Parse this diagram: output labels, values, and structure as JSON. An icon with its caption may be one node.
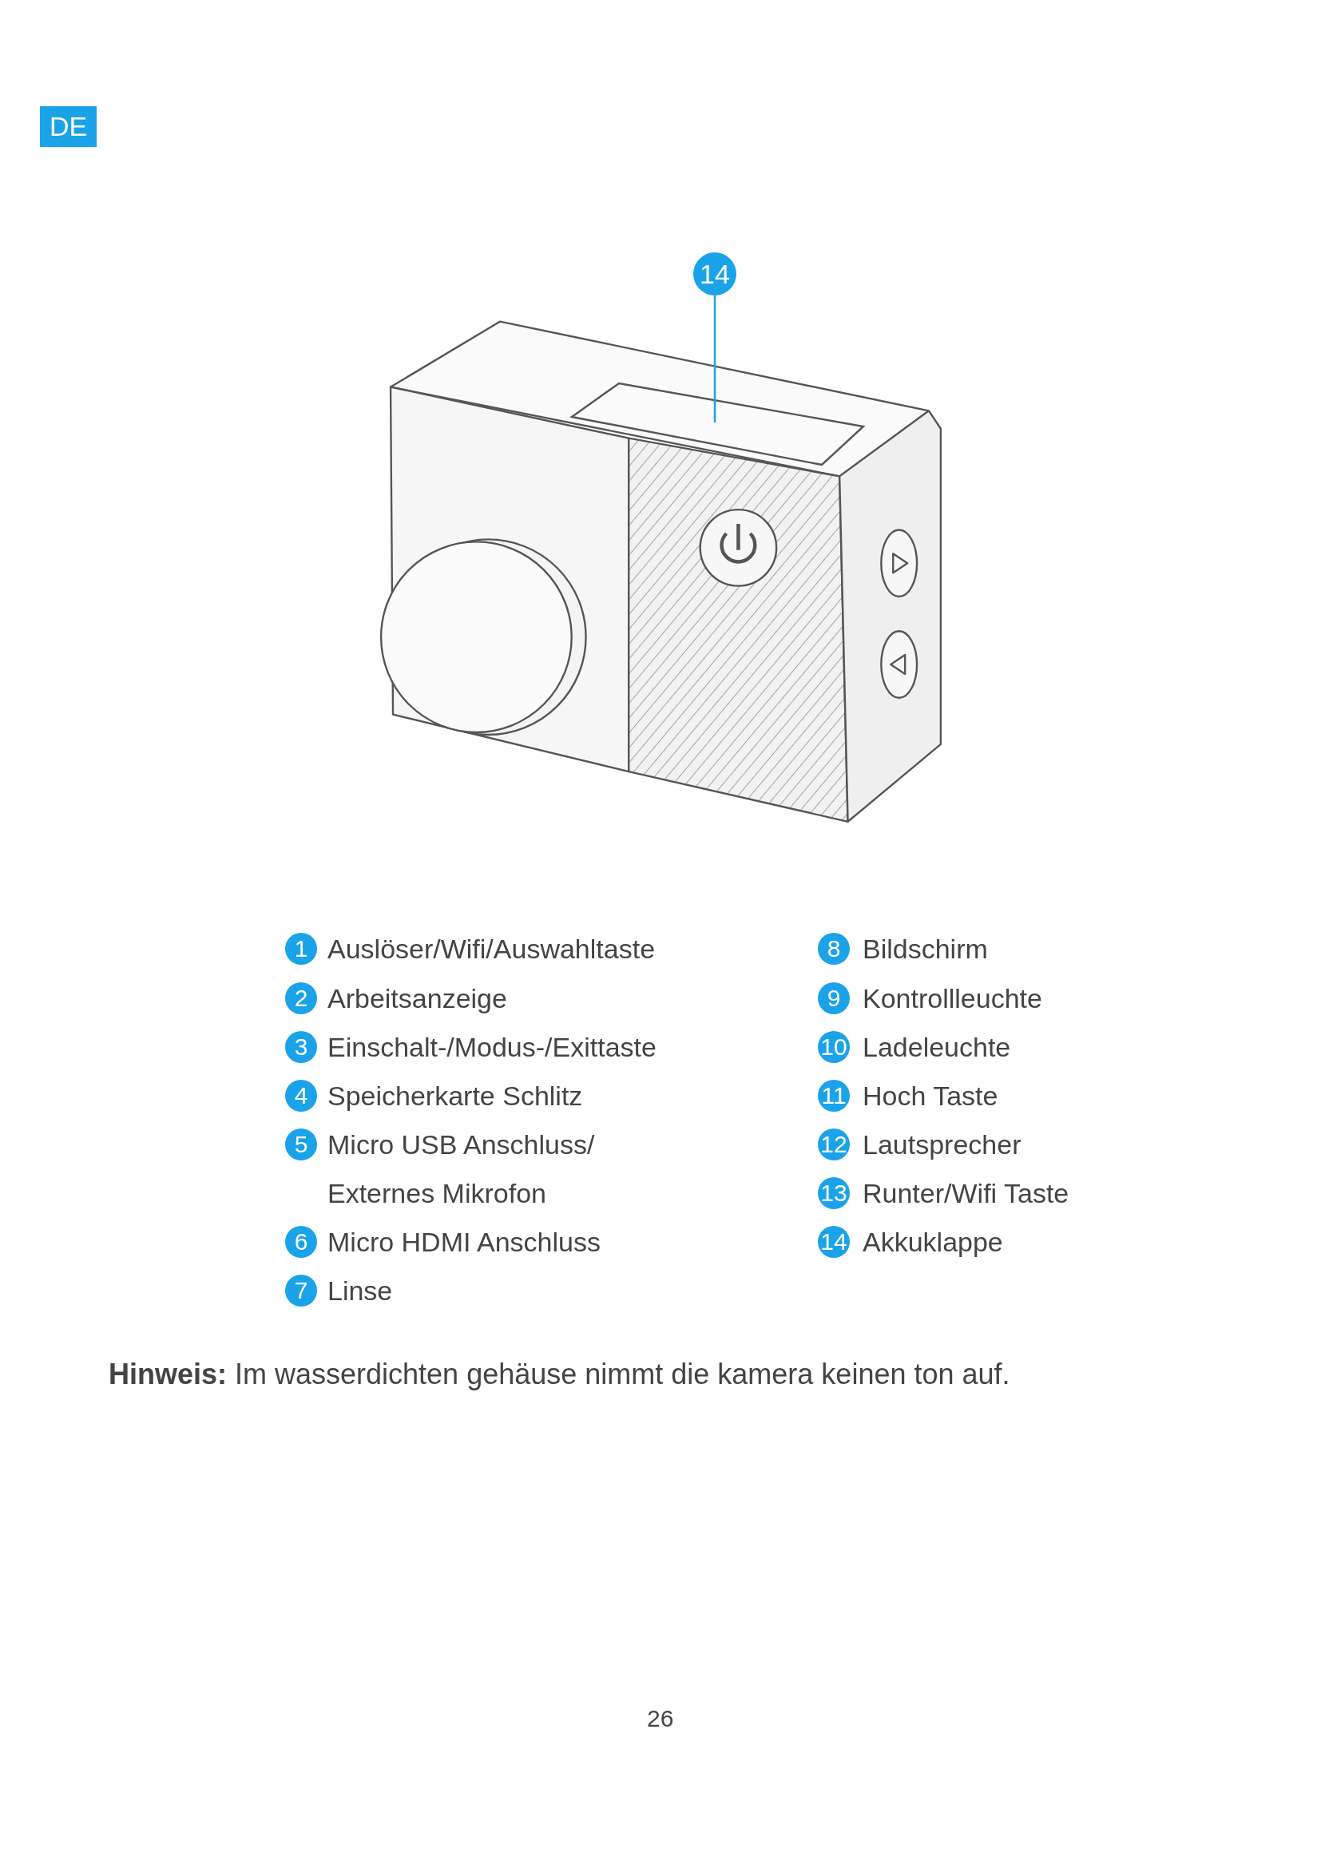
{
  "diagram": {
    "nodes": [
      {
        "text": [
          "14"
        ]
      },
      {
        "text": [],
        "shape": "box"
      }
    ],
    "edges": [
      {
        "from": 0,
        "to": 1,
        "arrow": "none"
      }
    ],
    "labels": [
      "DE",
      "1",
      "Auslöser/Wifi/Auswahltaste",
      "2",
      "Arbeitsanzeige",
      "3",
      "Einschalt-/Modus-/Exittaste",
      "4",
      "Speicherkarte Schlitz",
      "5",
      "Micro USB Anschluss/ Externes Mikrofon",
      "6",
      "Micro HDMI Anschluss",
      "7",
      "Linse",
      "8",
      "Bildschirm",
      "9",
      "Kontrollleuchte",
      "10",
      "Ladeleuchte",
      "11",
      "Hoch Taste",
      "12",
      "Lautsprecher",
      "13",
      "Runter/Wifi Taste",
      "14",
      "Akkuklappe",
      "**Hinweis:** Im wasserdichten gehäuse nimmt die kamera keinen ton auf.",
      "26"
    ]
  }
}
